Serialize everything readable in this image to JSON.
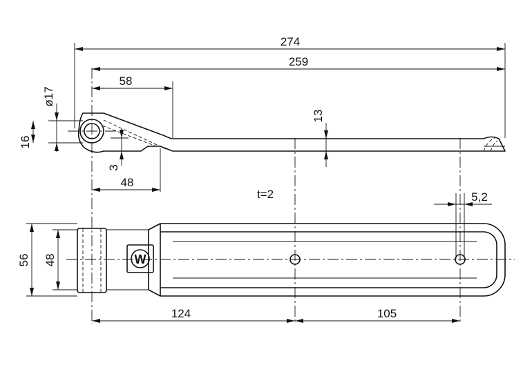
{
  "dimensions": {
    "overall_length": "274",
    "pivot_to_end": "259",
    "pivot_to_bend": "58",
    "eye_diameter": "ø17",
    "eye_height": "16",
    "offset": "3",
    "bend_base": "48",
    "strap_rise": "13",
    "thickness": "t=2",
    "hole_diameter": "5,2",
    "outer_width": "56",
    "inner_width": "48",
    "pivot_to_hole1": "124",
    "hole1_to_hole2": "105"
  },
  "logo": {
    "icon": "brand-logo-icon",
    "letters": "W"
  }
}
